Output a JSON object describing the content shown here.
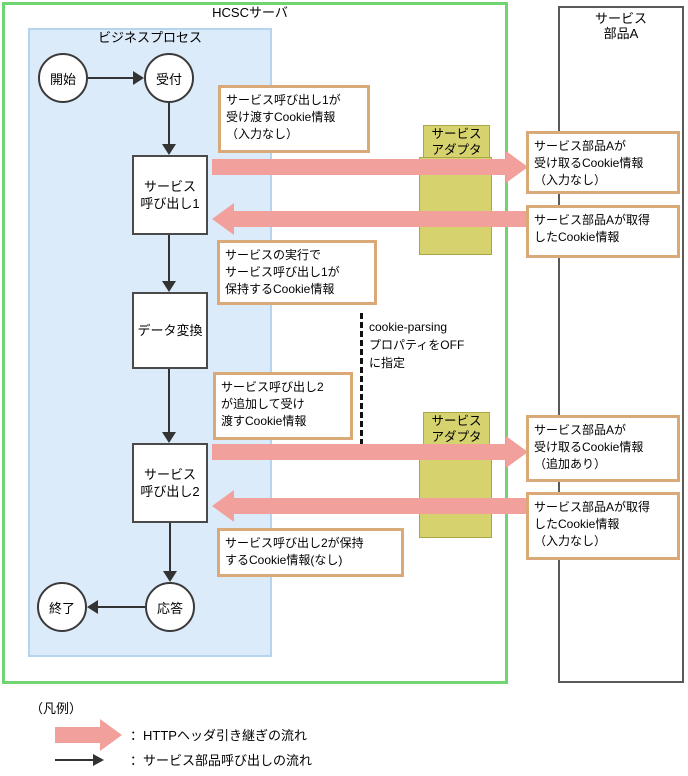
{
  "frames": {
    "server_title": "HCSCサーバ",
    "process_title": "ビジネスプロセス",
    "component_title": "サービス\n部品A"
  },
  "nodes": {
    "start": "開始",
    "accept": "受付",
    "call1": "サービス\n呼び出し1",
    "convert": "データ変換",
    "call2": "サービス\n呼び出し2",
    "reply": "応答",
    "end": "終了"
  },
  "adapter_label": "サービス\nアダプタ",
  "notes": {
    "n1": "サービス呼び出し1が\n受け渡すCookie情報\n（入力なし）",
    "n2": "サービス部品Aが\n受け取るCookie情報\n（入力なし）",
    "n3": "サービス部品Aが取得\nしたCookie情報",
    "n4": "サービスの実行で\nサービス呼び出し1が\n保持するCookie情報",
    "n5": "サービス呼び出し2\nが追加して受け\n渡すCookie情報",
    "n6": "サービス部品Aが\n受け取るCookie情報\n（追加あり）",
    "n7": "サービス部品Aが取得\nしたCookie情報\n（入力なし）",
    "n8": "サービス呼び出し2が保持\nするCookie情報(なし)"
  },
  "callout": "cookie-parsing\nプロパティをOFF\nに指定",
  "legend": {
    "title": "（凡例）",
    "http_flow": "：HTTPヘッダ引き継ぎの流れ",
    "service_flow": "：サービス部品呼び出しの流れ"
  },
  "colors": {
    "frame_green": "#70d570",
    "process_blue_bg": "#dcebfa",
    "adapter_olive": "#d6d36e",
    "arrow_pink": "#f2a09c",
    "note_border_tan": "#d9a977"
  }
}
